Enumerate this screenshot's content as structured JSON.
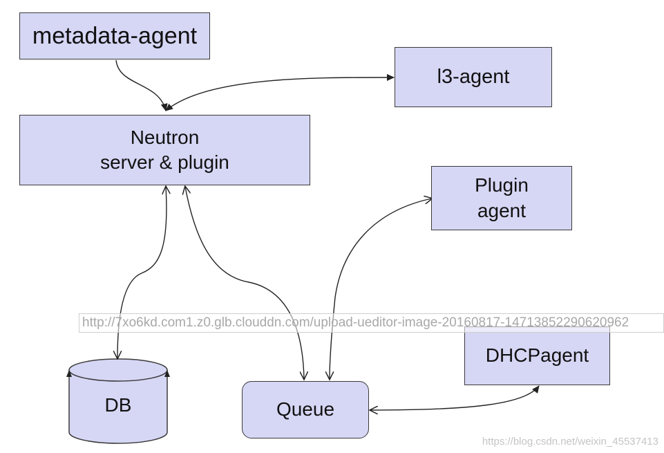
{
  "nodes": {
    "metadata_agent": "metadata-agent",
    "l3_agent": "l3-agent",
    "neutron_line1": "Neutron",
    "neutron_line2": "server & plugin",
    "plugin_line1": "Plugin",
    "plugin_line2": "agent",
    "dhcp_agent": "DHCPagent",
    "queue": "Queue",
    "db": "DB"
  },
  "edges": [
    {
      "from": "metadata-agent",
      "to": "Neutron server & plugin",
      "arrow": "end"
    },
    {
      "from": "l3-agent",
      "to": "Neutron server & plugin",
      "arrow": "both"
    },
    {
      "from": "Neutron server & plugin",
      "to": "DB",
      "arrow": "both"
    },
    {
      "from": "Neutron server & plugin",
      "to": "Queue",
      "arrow": "both"
    },
    {
      "from": "Plugin agent",
      "to": "Queue",
      "arrow": "both"
    },
    {
      "from": "DHCPagent",
      "to": "Queue",
      "arrow": "both"
    }
  ],
  "colors": {
    "box_fill": "#d6d6f5",
    "box_stroke": "#3a3a3a",
    "line": "#222222"
  },
  "watermarks": {
    "url": "http://7xo6kd.com1.z0.glb.clouddn.com/upload-ueditor-image-20160817-14713852290620962",
    "csdn": "https://blog.csdn.net/weixin_45537413"
  }
}
